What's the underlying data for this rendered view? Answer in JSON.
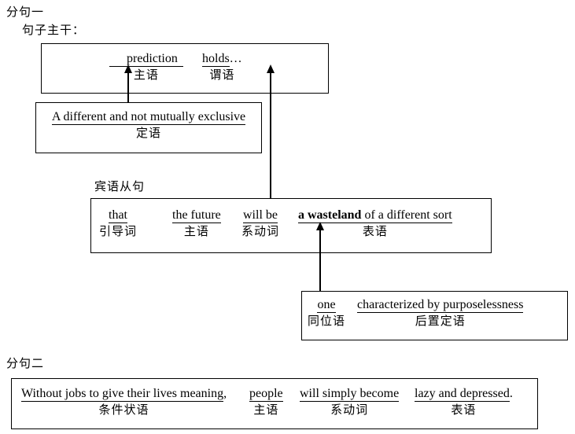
{
  "colors": {
    "text": "#000000",
    "background": "#ffffff",
    "line": "#000000"
  },
  "headings": {
    "clause1": "分句一",
    "trunk": "句子主干：",
    "object_clause": "宾语从句",
    "clause2": "分句二"
  },
  "boxes": {
    "main": {
      "items": [
        {
          "word": "prediction",
          "label": "主语"
        },
        {
          "word": "holds",
          "suffix": "…",
          "label": "谓语"
        }
      ]
    },
    "attributive": {
      "items": [
        {
          "word": "A different and not mutually exclusive",
          "label": "定语"
        }
      ]
    },
    "object_clause": {
      "items": [
        {
          "word": "that",
          "label": "引导词"
        },
        {
          "word": "the future",
          "label": "主语"
        },
        {
          "word": "will be",
          "label": "系动词"
        },
        {
          "word_bold": "a wasteland",
          "word_rest": " of a different sort",
          "label": "表语"
        }
      ]
    },
    "appositive": {
      "items": [
        {
          "word": "one",
          "label": "同位语"
        },
        {
          "word": "characterized by purposelessness",
          "label": "后置定语"
        }
      ]
    },
    "clause2": {
      "items": [
        {
          "word": "Without jobs to give their lives meaning",
          "suffix": ",",
          "label": "条件状语"
        },
        {
          "word": "people",
          "label": "主语"
        },
        {
          "word": "will simply become",
          "label": "系动词"
        },
        {
          "word": "lazy and depressed",
          "suffix": ".",
          "label": "表语"
        }
      ]
    }
  },
  "connectors": [
    {
      "name": "attributive-to-prediction",
      "direction": "up"
    },
    {
      "name": "object-clause-to-holds",
      "direction": "up"
    },
    {
      "name": "appositive-to-wasteland",
      "direction": "up"
    }
  ]
}
